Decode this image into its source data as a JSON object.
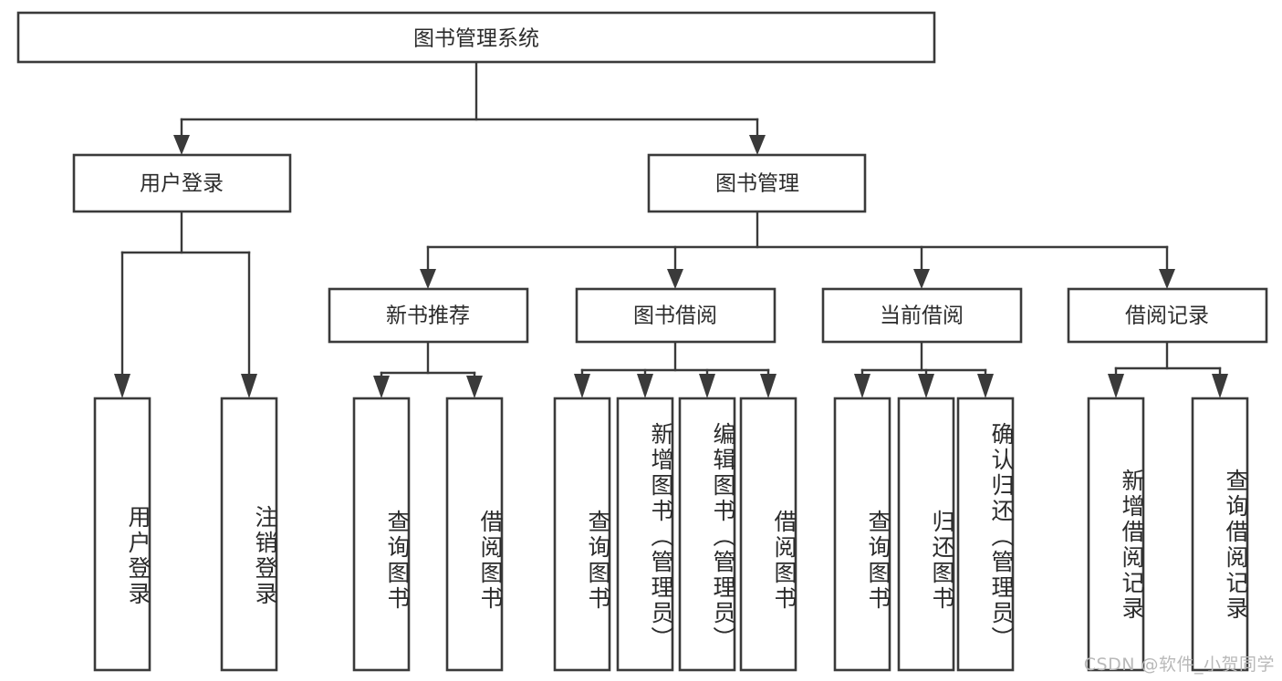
{
  "diagram": {
    "title_node": {
      "label": "图书管理系统"
    },
    "level2": [
      {
        "id": "user-login",
        "label": "用户登录"
      },
      {
        "id": "book-management",
        "label": "图书管理"
      }
    ],
    "level3": [
      {
        "id": "new-book-recommend",
        "label": "新书推荐"
      },
      {
        "id": "book-borrow",
        "label": "图书借阅"
      },
      {
        "id": "current-borrow",
        "label": "当前借阅"
      },
      {
        "id": "borrow-record",
        "label": "借阅记录"
      }
    ],
    "leaves": [
      {
        "id": "leaf-user-login",
        "label": "用户登录"
      },
      {
        "id": "leaf-logout-login",
        "label": "注销登录"
      },
      {
        "id": "leaf-query-book-1",
        "label": "查询图书"
      },
      {
        "id": "leaf-borrow-book-1",
        "label": "借阅图书"
      },
      {
        "id": "leaf-query-book-2",
        "label": "查询图书"
      },
      {
        "id": "leaf-add-book-admin",
        "label": "新增图书（管理员）"
      },
      {
        "id": "leaf-edit-book-admin",
        "label": "编辑图书（管理员）"
      },
      {
        "id": "leaf-borrow-book-2",
        "label": "借阅图书"
      },
      {
        "id": "leaf-query-book-3",
        "label": "查询图书"
      },
      {
        "id": "leaf-return-book",
        "label": "归还图书"
      },
      {
        "id": "leaf-confirm-return-admin",
        "label": "确认归还（管理员）"
      },
      {
        "id": "leaf-add-borrow-record",
        "label": "新增借阅记录"
      },
      {
        "id": "leaf-query-borrow-record",
        "label": "查询借阅记录"
      }
    ]
  },
  "watermark": {
    "text": "CSDN @软件_小贺同学"
  },
  "colors": {
    "box_stroke": "#3a3a3a",
    "text": "#2b2b2b",
    "background": "#ffffff",
    "watermark": "#b9b9b9"
  }
}
